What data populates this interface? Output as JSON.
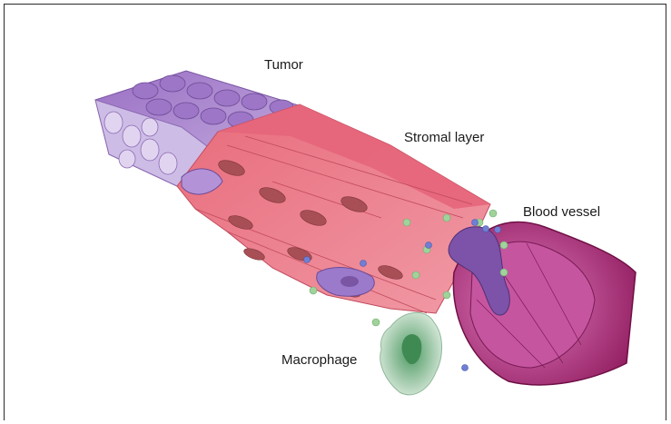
{
  "labels": {
    "tumor": "Tumor",
    "stromal_layer": "Stromal layer",
    "blood_vessel": "Blood vessel",
    "macrophage": "Macrophage"
  },
  "colors": {
    "tumor_fill": "#b69bd1",
    "tumor_dark": "#8f64b8",
    "stroma_fill": "#e0707f",
    "stroma_light": "#f1a8b3",
    "nucleus": "#a84f56",
    "vessel": "#a1246a",
    "vessel_inner": "#d468ad",
    "invading_cell": "#7c53a8",
    "macrophage": "#8fb89a",
    "particle_green": "#9fd39b",
    "particle_blue": "#6f7fd4"
  }
}
